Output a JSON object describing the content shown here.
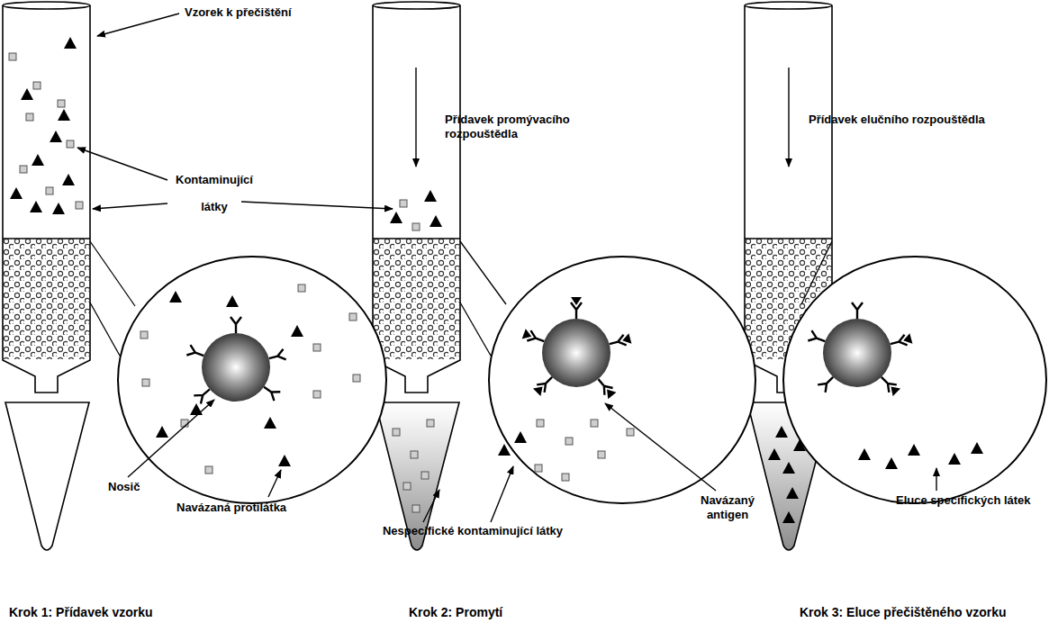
{
  "diagram": {
    "labels": [
      "Vzorek k přečištění",
      "Kontaminující látky",
      "Přídavek promývacího rozpouštědla",
      "Přídavek elučního rozpouštědla",
      "Nosič",
      "Navázaná protilátka",
      "Nespecifické kontaminující látky",
      "Navázaný antigen",
      "Eluce specifických látek",
      "Krok 1: Přídavek vzorku",
      "Krok 2: Promytí",
      "Krok 3: Eluce přečištěného vzorku"
    ]
  }
}
